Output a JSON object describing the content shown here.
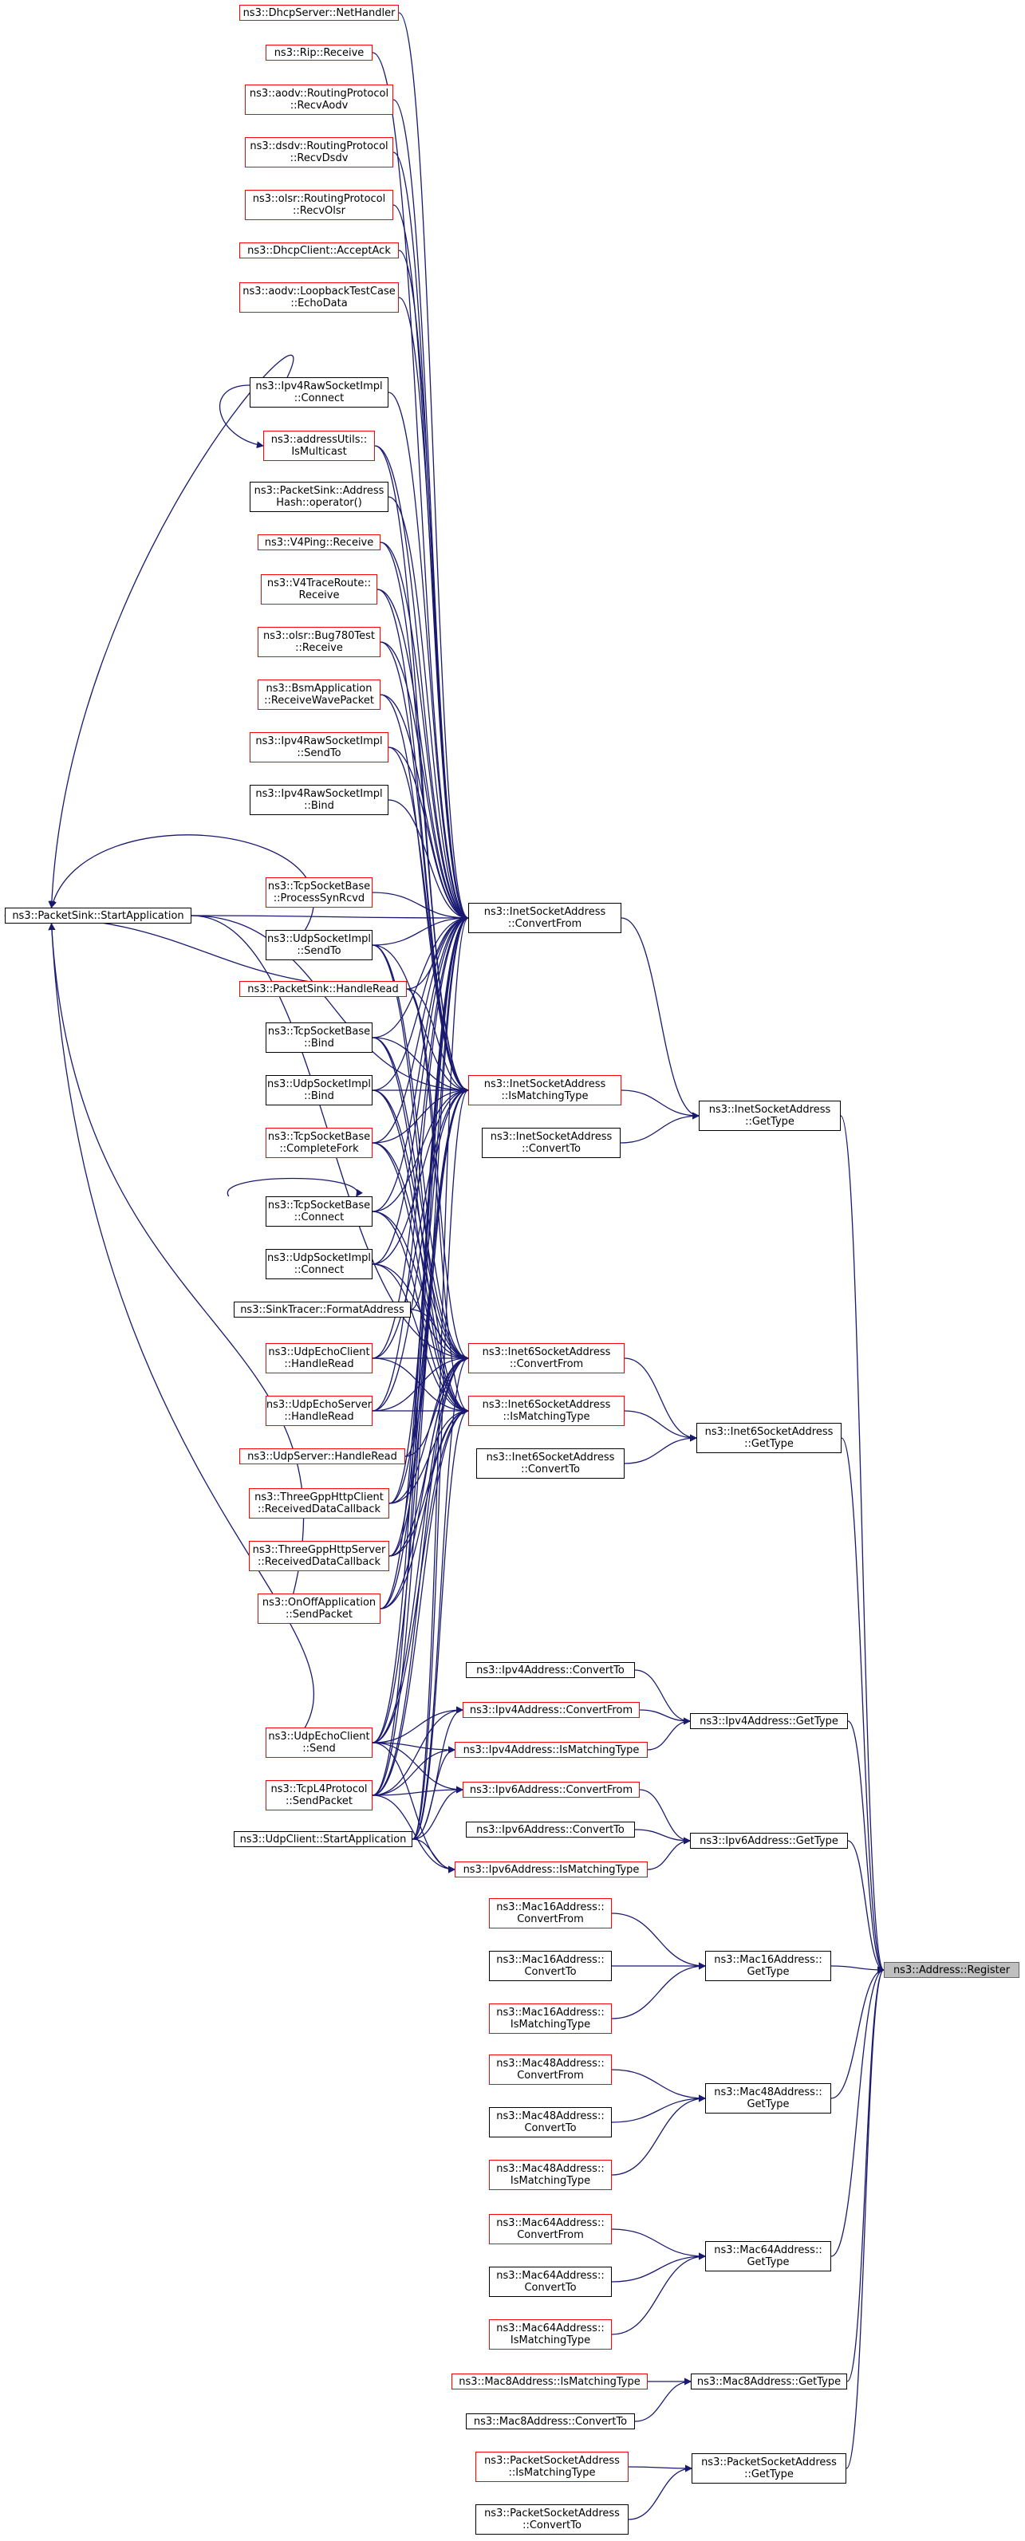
{
  "colors": {
    "edge": "#191970",
    "link_border": "#ff0000",
    "node_border": "#000000",
    "root_fill": "#bfbfbf"
  },
  "nodes": {
    "dhcpserver_nethandler": {
      "l1": "ns3::DhcpServer::NetHandler",
      "l2": ""
    },
    "rip_receive": {
      "l1": "ns3::Rip::Receive",
      "l2": ""
    },
    "aodv_recvaodv": {
      "l1": "ns3::aodv::RoutingProtocol",
      "l2": "::RecvAodv"
    },
    "dsdv_recvdsdv": {
      "l1": "ns3::dsdv::RoutingProtocol",
      "l2": "::RecvDsdv"
    },
    "olsr_recvolsr": {
      "l1": "ns3::olsr::RoutingProtocol",
      "l2": "::RecvOlsr"
    },
    "dhcpclient_acceptack": {
      "l1": "ns3::DhcpClient::AcceptAck",
      "l2": ""
    },
    "aodv_loopback_echodata": {
      "l1": "ns3::aodv::LoopbackTestCase",
      "l2": "::EchoData"
    },
    "ipv4raw_connect": {
      "l1": "ns3::Ipv4RawSocketImpl",
      "l2": "::Connect"
    },
    "addressutils_ismulticast": {
      "l1": "ns3::addressUtils::",
      "l2": "IsMulticast"
    },
    "packetsink_addresshash": {
      "l1": "ns3::PacketSink::Address",
      "l2": "Hash::operator()"
    },
    "v4ping_receive": {
      "l1": "ns3::V4Ping::Receive",
      "l2": ""
    },
    "v4traceroute_receive": {
      "l1": "ns3::V4TraceRoute::",
      "l2": "Receive"
    },
    "olsr_bug780_receive": {
      "l1": "ns3::olsr::Bug780Test",
      "l2": "::Receive"
    },
    "bsm_receivewavepacket": {
      "l1": "ns3::BsmApplication",
      "l2": "::ReceiveWavePacket"
    },
    "ipv4raw_sendto": {
      "l1": "ns3::Ipv4RawSocketImpl",
      "l2": "::SendTo"
    },
    "ipv4raw_bind": {
      "l1": "ns3::Ipv4RawSocketImpl",
      "l2": "::Bind"
    },
    "packetsink_startapp": {
      "l1": "ns3::PacketSink::StartApplication",
      "l2": ""
    },
    "tcp_processsynrcvd": {
      "l1": "ns3::TcpSocketBase",
      "l2": "::ProcessSynRcvd"
    },
    "udp_sendto": {
      "l1": "ns3::UdpSocketImpl",
      "l2": "::SendTo"
    },
    "packetsink_handleread": {
      "l1": "ns3::PacketSink::HandleRead",
      "l2": ""
    },
    "tcp_bind": {
      "l1": "ns3::TcpSocketBase",
      "l2": "::Bind"
    },
    "udp_bind": {
      "l1": "ns3::UdpSocketImpl",
      "l2": "::Bind"
    },
    "tcp_completefork": {
      "l1": "ns3::TcpSocketBase",
      "l2": "::CompleteFork"
    },
    "tcp_connect": {
      "l1": "ns3::TcpSocketBase",
      "l2": "::Connect"
    },
    "udp_connect": {
      "l1": "ns3::UdpSocketImpl",
      "l2": "::Connect"
    },
    "sinktracer_formataddress": {
      "l1": "ns3::SinkTracer::FormatAddress",
      "l2": ""
    },
    "udpechoclient_handleread": {
      "l1": "ns3::UdpEchoClient",
      "l2": "::HandleRead"
    },
    "udpechoserver_handleread": {
      "l1": "ns3::UdpEchoServer",
      "l2": "::HandleRead"
    },
    "udpserver_handleread": {
      "l1": "ns3::UdpServer::HandleRead",
      "l2": ""
    },
    "threegpp_client_rdc": {
      "l1": "ns3::ThreeGppHttpClient",
      "l2": "::ReceivedDataCallback"
    },
    "threegpp_server_rdc": {
      "l1": "ns3::ThreeGppHttpServer",
      "l2": "::ReceivedDataCallback"
    },
    "onoff_sendpacket": {
      "l1": "ns3::OnOffApplication",
      "l2": "::SendPacket"
    },
    "udpechoclient_send": {
      "l1": "ns3::UdpEchoClient",
      "l2": "::Send"
    },
    "tcpl4_sendpacket": {
      "l1": "ns3::TcpL4Protocol",
      "l2": "::SendPacket"
    },
    "udpclient_startapp": {
      "l1": "ns3::UdpClient::StartApplication",
      "l2": ""
    },
    "inet_convertfrom": {
      "l1": "ns3::InetSocketAddress",
      "l2": "::ConvertFrom"
    },
    "inet_ismatchingtype": {
      "l1": "ns3::InetSocketAddress",
      "l2": "::IsMatchingType"
    },
    "inet_convertto": {
      "l1": "ns3::InetSocketAddress",
      "l2": "::ConvertTo"
    },
    "inet_gettype": {
      "l1": "ns3::InetSocketAddress",
      "l2": "::GetType"
    },
    "inet6_convertfrom": {
      "l1": "ns3::Inet6SocketAddress",
      "l2": "::ConvertFrom"
    },
    "inet6_ismatchingtype": {
      "l1": "ns3::Inet6SocketAddress",
      "l2": "::IsMatchingType"
    },
    "inet6_convertto": {
      "l1": "ns3::Inet6SocketAddress",
      "l2": "::ConvertTo"
    },
    "inet6_gettype": {
      "l1": "ns3::Inet6SocketAddress",
      "l2": "::GetType"
    },
    "ipv4_convertto": {
      "l1": "ns3::Ipv4Address::ConvertTo",
      "l2": ""
    },
    "ipv4_convertfrom": {
      "l1": "ns3::Ipv4Address::ConvertFrom",
      "l2": ""
    },
    "ipv4_ismatchingtype": {
      "l1": "ns3::Ipv4Address::IsMatchingType",
      "l2": ""
    },
    "ipv4_gettype": {
      "l1": "ns3::Ipv4Address::GetType",
      "l2": ""
    },
    "ipv6_convertfrom": {
      "l1": "ns3::Ipv6Address::ConvertFrom",
      "l2": ""
    },
    "ipv6_convertto": {
      "l1": "ns3::Ipv6Address::ConvertTo",
      "l2": ""
    },
    "ipv6_ismatchingtype": {
      "l1": "ns3::Ipv6Address::IsMatchingType",
      "l2": ""
    },
    "ipv6_gettype": {
      "l1": "ns3::Ipv6Address::GetType",
      "l2": ""
    },
    "mac16_convertfrom": {
      "l1": "ns3::Mac16Address::",
      "l2": "ConvertFrom"
    },
    "mac16_convertto": {
      "l1": "ns3::Mac16Address::",
      "l2": "ConvertTo"
    },
    "mac16_ismatchingtype": {
      "l1": "ns3::Mac16Address::",
      "l2": "IsMatchingType"
    },
    "mac16_gettype": {
      "l1": "ns3::Mac16Address::",
      "l2": "GetType"
    },
    "mac48_convertfrom": {
      "l1": "ns3::Mac48Address::",
      "l2": "ConvertFrom"
    },
    "mac48_convertto": {
      "l1": "ns3::Mac48Address::",
      "l2": "ConvertTo"
    },
    "mac48_ismatchingtype": {
      "l1": "ns3::Mac48Address::",
      "l2": "IsMatchingType"
    },
    "mac48_gettype": {
      "l1": "ns3::Mac48Address::",
      "l2": "GetType"
    },
    "mac64_convertfrom": {
      "l1": "ns3::Mac64Address::",
      "l2": "ConvertFrom"
    },
    "mac64_convertto": {
      "l1": "ns3::Mac64Address::",
      "l2": "ConvertTo"
    },
    "mac64_ismatchingtype": {
      "l1": "ns3::Mac64Address::",
      "l2": "IsMatchingType"
    },
    "mac64_gettype": {
      "l1": "ns3::Mac64Address::",
      "l2": "GetType"
    },
    "mac8_ismatchingtype": {
      "l1": "ns3::Mac8Address::IsMatchingType",
      "l2": ""
    },
    "mac8_convertto": {
      "l1": "ns3::Mac8Address::ConvertTo",
      "l2": ""
    },
    "mac8_gettype": {
      "l1": "ns3::Mac8Address::GetType",
      "l2": ""
    },
    "packetsocket_ismatchingtype": {
      "l1": "ns3::PacketSocketAddress",
      "l2": "::IsMatchingType"
    },
    "packetsocket_convertto": {
      "l1": "ns3::PacketSocketAddress",
      "l2": "::ConvertTo"
    },
    "packetsocket_gettype": {
      "l1": "ns3::PacketSocketAddress",
      "l2": "::GetType"
    },
    "address_register": {
      "l1": "ns3::Address::Register",
      "l2": ""
    }
  }
}
